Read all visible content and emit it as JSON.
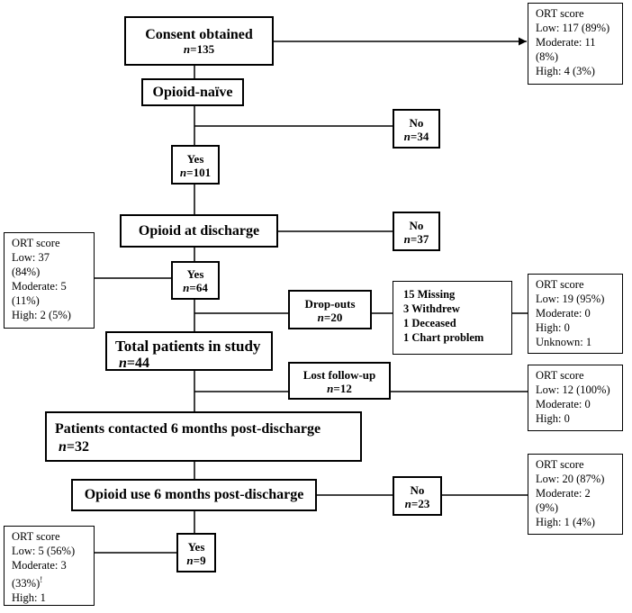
{
  "nodes": {
    "consent": {
      "label": "Consent obtained",
      "n": "135"
    },
    "opioid_naive": {
      "label": "Opioid-naïve"
    },
    "naive_no": {
      "label": "No",
      "n": "34"
    },
    "naive_yes": {
      "label": "Yes",
      "n": "101"
    },
    "discharge": {
      "label": "Opioid at discharge"
    },
    "discharge_no": {
      "label": "No",
      "n": "37"
    },
    "discharge_yes": {
      "label": "Yes",
      "n": "64"
    },
    "dropouts": {
      "label": "Drop-outs",
      "n": "20"
    },
    "dropout_reasons": [
      "15 Missing",
      "3 Withdrew",
      "1 Deceased",
      "1 Chart problem"
    ],
    "total": {
      "label": "Total patients in study",
      "n": "44"
    },
    "lost": {
      "label": "Lost follow-up",
      "n": "12"
    },
    "contacted": {
      "label": "Patients contacted 6 months post-discharge",
      "n": "32"
    },
    "use6": {
      "label": "Opioid use 6 months post-discharge"
    },
    "use6_no": {
      "label": "No",
      "n": "23"
    },
    "use6_yes": {
      "label": "Yes",
      "n": "9"
    }
  },
  "n_prefix": "n",
  "n_sep": "=",
  "ort_boxes": {
    "consent": [
      "ORT score",
      "Low: 117 (89%)",
      "Moderate: 11",
      "(8%)",
      "High: 4 (3%)"
    ],
    "discharge_yes": [
      "ORT score",
      "Low: 37",
      "(84%)",
      "Moderate: 5",
      "(11%)",
      "High: 2 (5%)"
    ],
    "dropouts": [
      "ORT score",
      "Low: 19 (95%)",
      "Moderate: 0",
      "High: 0",
      "Unknown: 1"
    ],
    "lost": [
      "ORT score",
      "Low: 12 (100%)",
      "Moderate: 0",
      "High: 0"
    ],
    "use6_no": [
      "ORT score",
      "Low: 20 (87%)",
      "Moderate: 2",
      "(9%)",
      "High: 1 (4%)"
    ],
    "use6_yes": [
      "ORT score",
      "Low: 5 (56%)",
      "Moderate: 3",
      "(33%)",
      "High: 1"
    ]
  },
  "footnote_mark": "!"
}
